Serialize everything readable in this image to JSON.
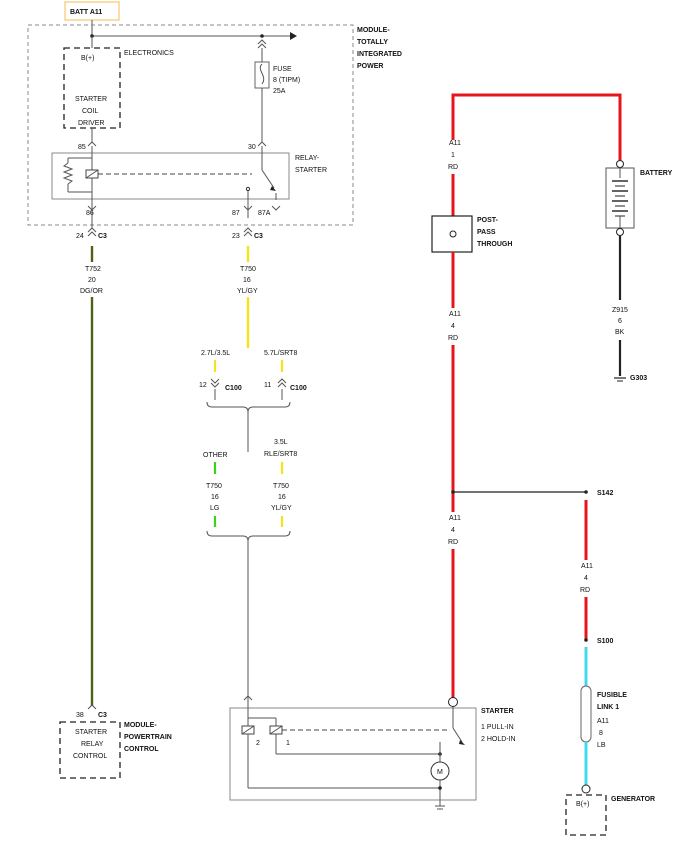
{
  "batt_label": "BATT A11",
  "ipm": {
    "line1": "MODULE-",
    "line2": "TOTALLY",
    "line3": "INTEGRATED",
    "line4": "POWER"
  },
  "electronics": {
    "label": "ELECTRONICS",
    "bplus": "B(+)",
    "line1": "STARTER",
    "line2": "COIL",
    "line3": "DRIVER"
  },
  "fuse": {
    "title": "FUSE",
    "id": "8 (TIPM)",
    "rating": "25A"
  },
  "relay": {
    "line1": "RELAY-",
    "line2": "STARTER",
    "pin85": "85",
    "pin30": "30",
    "pin86": "86",
    "pin87": "87",
    "pin87a": "87A"
  },
  "c3_left": {
    "pin": "24",
    "conn": "C3",
    "circuit": "T752",
    "gauge": "20",
    "color": "DG/OR"
  },
  "c3_mid": {
    "pin": "23",
    "conn": "C3",
    "circuit": "T750",
    "gauge": "16",
    "color": "YL/GY"
  },
  "split1": {
    "left_label": "2.7L/3.5L",
    "right_label": "5.7L/SRT8",
    "left_pin": "12",
    "left_conn": "C100",
    "right_pin": "11",
    "right_conn": "C100"
  },
  "split2": {
    "left_label": "OTHER",
    "right_line1": "3.5L",
    "right_line2": "RLE/SRT8",
    "left_circuit": "T750",
    "left_gauge": "16",
    "left_color": "LG",
    "right_circuit": "T750",
    "right_gauge": "16",
    "right_color": "YL/GY"
  },
  "battery": {
    "label": "BATTERY",
    "circuit": "Z915",
    "gauge": "6",
    "color": "BK",
    "ground": "G303"
  },
  "a11_top": {
    "circuit": "A11",
    "gauge": "1",
    "color": "RD"
  },
  "post": {
    "line1": "POST-",
    "line2": "PASS",
    "line3": "THROUGH"
  },
  "a11_mid": {
    "circuit": "A11",
    "gauge": "4",
    "color": "RD"
  },
  "a11_low": {
    "circuit": "A11",
    "gauge": "4",
    "color": "RD"
  },
  "a11_right": {
    "circuit": "A11",
    "gauge": "4",
    "color": "RD"
  },
  "s142": "S142",
  "s100": "S100",
  "fusible": {
    "line1": "FUSIBLE",
    "line2": "LINK 1",
    "circuit": "A11",
    "gauge": "8",
    "color": "LB"
  },
  "generator": {
    "label": "GENERATOR",
    "bplus": "B(+)"
  },
  "starter": {
    "label": "STARTER",
    "pin1_desc": "1 PULL-IN",
    "pin2_desc": "2 HOLD-IN",
    "pin2": "2",
    "pin1": "1",
    "motor": "M"
  },
  "pcm": {
    "pin": "38",
    "conn": "C3",
    "line1": "STARTER",
    "line2": "RELAY",
    "line3": "CONTROL",
    "mod1": "MODULE-",
    "mod2": "POWERTRAIN",
    "mod3": "CONTROL"
  },
  "wire_colors": {
    "red": "#e8141b",
    "yellow": "#f5e21c",
    "green": "#3ad21a",
    "darkgreen": "#4b6312",
    "cyan": "#44d8ec",
    "gray": "#8a8a8a",
    "black": "#222222",
    "batt_border": "#f6c86a"
  }
}
